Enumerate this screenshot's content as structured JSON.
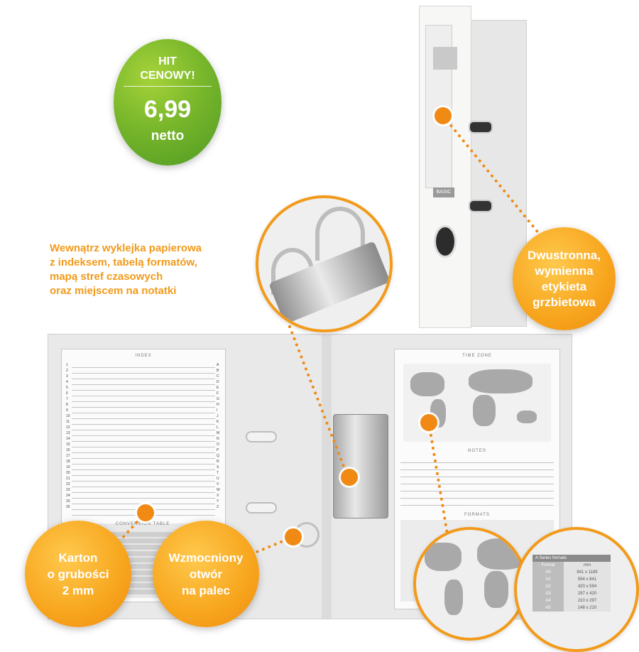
{
  "badge": {
    "line1": "HIT",
    "line2": "CENOWY!",
    "price": "6,99",
    "unit": "netto",
    "color": "#79b72b"
  },
  "inside_text": {
    "lines": [
      "Wewnątrz wyklejka papierowa",
      "z indeksem, tabelą formatów,",
      "mapą stref czasowych",
      "oraz miejscem na notatki"
    ],
    "color": "#f29a1a"
  },
  "callouts": {
    "label": [
      "Dwustronna,",
      "wymienna",
      "etykieta",
      "grzbietowa"
    ],
    "karton": [
      "Karton",
      "o grubości",
      "2 mm"
    ],
    "otwor": [
      "Wzmocniony",
      "otwór",
      "na palec"
    ],
    "accent": "#f08a14"
  },
  "binder": {
    "spine_tag": "BASIC"
  },
  "open_binder": {
    "index_title": "INDEX",
    "numbers": [
      "1",
      "2",
      "3",
      "4",
      "5",
      "6",
      "7",
      "8",
      "9",
      "10",
      "11",
      "12",
      "13",
      "14",
      "15",
      "16",
      "17",
      "18",
      "19",
      "20",
      "21",
      "22",
      "23",
      "24",
      "25",
      "26"
    ],
    "letters": [
      "A",
      "B",
      "C",
      "D",
      "E",
      "F",
      "G",
      "H",
      "I",
      "J",
      "K",
      "L",
      "M",
      "N",
      "O",
      "P",
      "Q",
      "R",
      "S",
      "T",
      "U",
      "V",
      "W",
      "X",
      "Y",
      "Z"
    ],
    "conversion_title": "CONVERSION TABLE",
    "time_zone_title": "TIME ZONE",
    "notes_title": "NOTES",
    "formats_title": "FORMATS"
  },
  "zoom_table": {
    "header": "A Series formats",
    "col_format": "Format",
    "col_mm": "mm",
    "rows": [
      {
        "f": "A0",
        "mm": "841 x 1189"
      },
      {
        "f": "A1",
        "mm": "594 x 841"
      },
      {
        "f": "A2",
        "mm": "420 x 594"
      },
      {
        "f": "A3",
        "mm": "297 x 420"
      },
      {
        "f": "A4",
        "mm": "210 x 297"
      },
      {
        "f": "A5",
        "mm": "148 x 210"
      }
    ]
  }
}
